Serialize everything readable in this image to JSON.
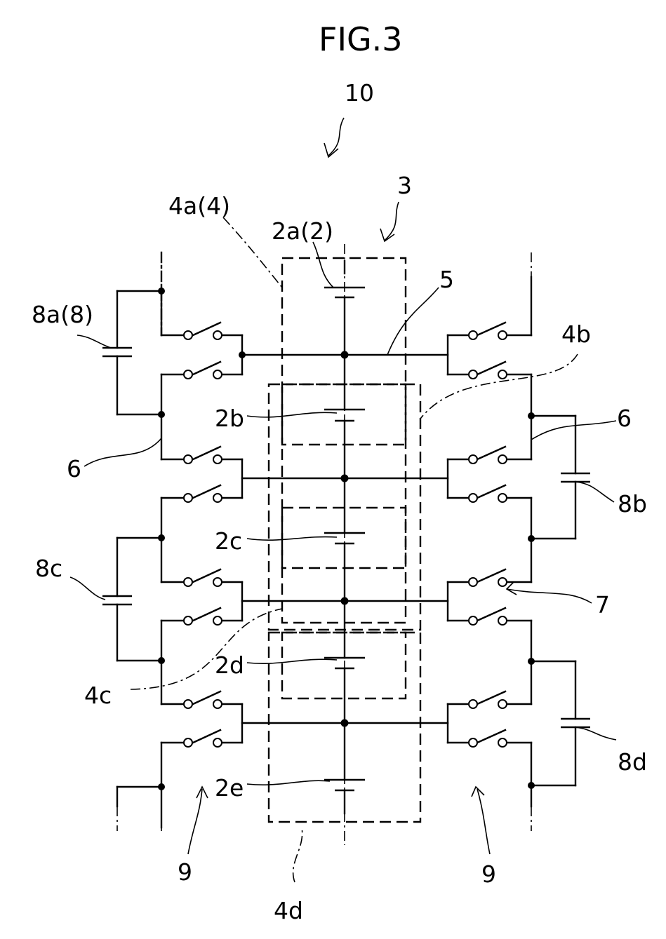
{
  "figure": {
    "title": "FIG.3"
  },
  "labels": {
    "device": "10",
    "group": "3",
    "cell_2a": "2a(2)",
    "cell_2b": "2b",
    "cell_2c": "2c",
    "cell_2d": "2d",
    "cell_2e": "2e",
    "module_4a": "4a(4)",
    "module_4b": "4b",
    "module_4c": "4c",
    "module_4d": "4d",
    "line_5": "5",
    "line_6_left": "6",
    "line_6_right": "6",
    "cap_8a": "8a(8)",
    "cap_8b": "8b",
    "cap_8c": "8c",
    "cap_8d": "8d",
    "switch_7": "7",
    "unit_9_left": "9",
    "unit_9_right": "9"
  }
}
